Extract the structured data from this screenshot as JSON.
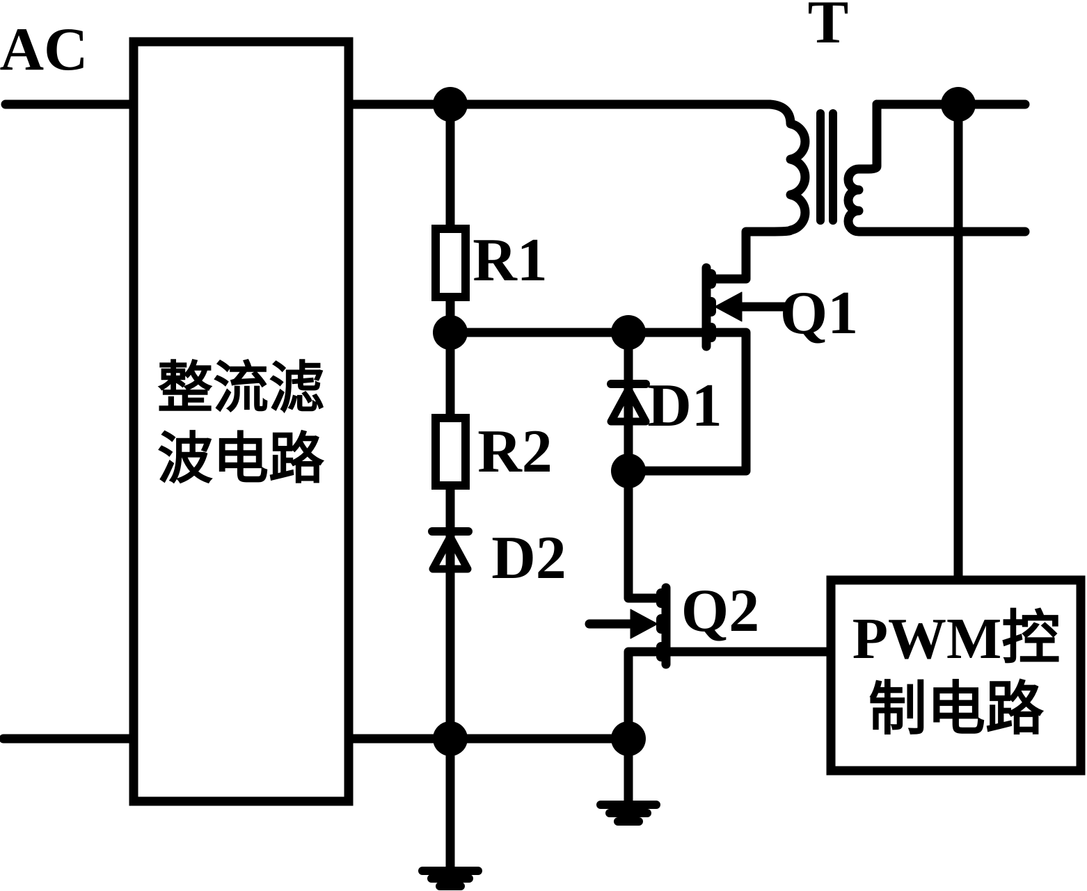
{
  "labels": {
    "ac": "AC",
    "transformer": "T",
    "r1": "R1",
    "r2": "R2",
    "d1": "D1",
    "d2": "D2",
    "q1": "Q1",
    "q2": "Q2"
  },
  "rectifier_block": {
    "line1": "整流滤",
    "line2": "波电路"
  },
  "pwm_block": {
    "line1": "PWM控",
    "line2": "制电路"
  },
  "colors": {
    "ink": "#000000",
    "background": "#ffffff"
  }
}
